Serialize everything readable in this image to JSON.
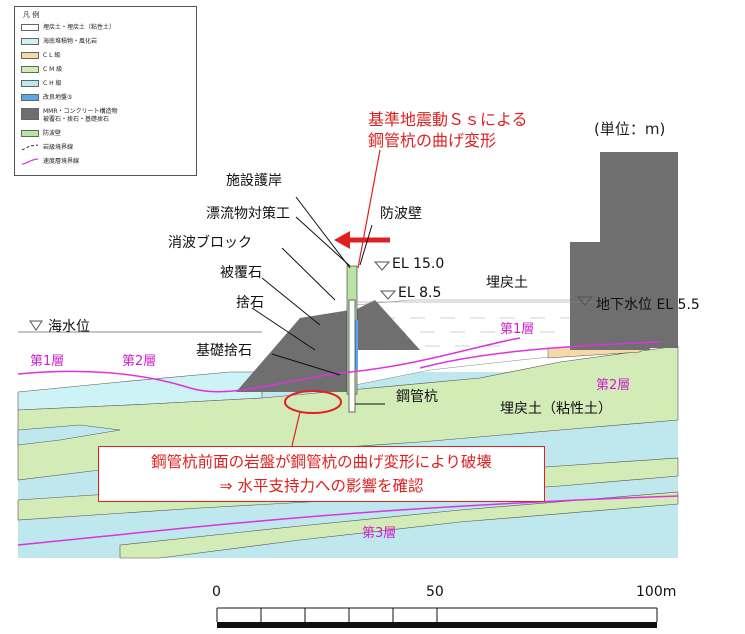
{
  "legend": {
    "title": "凡 例",
    "items": [
      {
        "label": "埋戻土・埋戻土（粘性土）",
        "color": "#ffffff",
        "kind": "swatch"
      },
      {
        "label": "海底堆積物・風化岩",
        "color": "#cdf3f6",
        "kind": "swatch"
      },
      {
        "label": "C L 級",
        "color": "#f5d9a6",
        "kind": "swatch"
      },
      {
        "label": "C M 級",
        "color": "#d3ebb6",
        "kind": "swatch"
      },
      {
        "label": "C H 級",
        "color": "#bfe7ee",
        "kind": "swatch"
      },
      {
        "label": "改良地盤⑤",
        "color": "#5aa6e6",
        "kind": "swatch"
      },
      {
        "label": "MMR・コンクリート構造物",
        "label2": "被覆石・捨石・基礎捨石",
        "color": "#6f6f6f",
        "kind": "swatch"
      },
      {
        "label": "防波壁",
        "color": "#b8e4a6",
        "kind": "swatch"
      },
      {
        "label": "岩級境界線",
        "color": "#333333",
        "kind": "dashline"
      },
      {
        "label": "速度層境界線",
        "color": "#dd33dd",
        "kind": "line"
      }
    ]
  },
  "unit_label": "(単位：m)",
  "notes": {
    "deformation_line1": "基準地震動Ｓｓによる",
    "deformation_line2": "鋼管杭の曲げ変形",
    "callout_line1": "鋼管杭前面の岩盤が鋼管杭の曲げ変形により破壊",
    "callout_line2": "⇒ 水平支持力への影響を確認"
  },
  "labels": {
    "shisetsu_gogan": "施設護岸",
    "hyoryubutsu": "漂流物対策工",
    "bohaheki": "防波壁",
    "shoha_block": "消波ブロック",
    "hifukuseki": "被覆石",
    "suteishi": "捨石",
    "kiso_suteishi": "基礎捨石",
    "kokan_kui": "鋼管杭",
    "umemodoshido": "埋戻土",
    "umemodoshido_nensei": "埋戻土（粘性土）",
    "kaisuii": "海水位",
    "el_15": "EL 15.0",
    "el_8_5": "EL 8.5",
    "chika_suii": "地下水位 EL 5.5"
  },
  "layers": {
    "layer1": "第1層",
    "layer2": "第2層",
    "layer3": "第3層"
  },
  "scale": {
    "ticks": [
      "0",
      "50",
      "100m"
    ]
  },
  "colors": {
    "accent_red": "#e02020",
    "layer_magenta": "#cc22cc",
    "rock_dark": "#6f6f6f",
    "cm_green": "#d3ebb6",
    "ch_cyan": "#bfe7ee",
    "sediment": "#cdf3f6",
    "cl_tan": "#f5d9a6",
    "wall_green": "#b8e4a6",
    "improved": "#5aa6e6"
  }
}
